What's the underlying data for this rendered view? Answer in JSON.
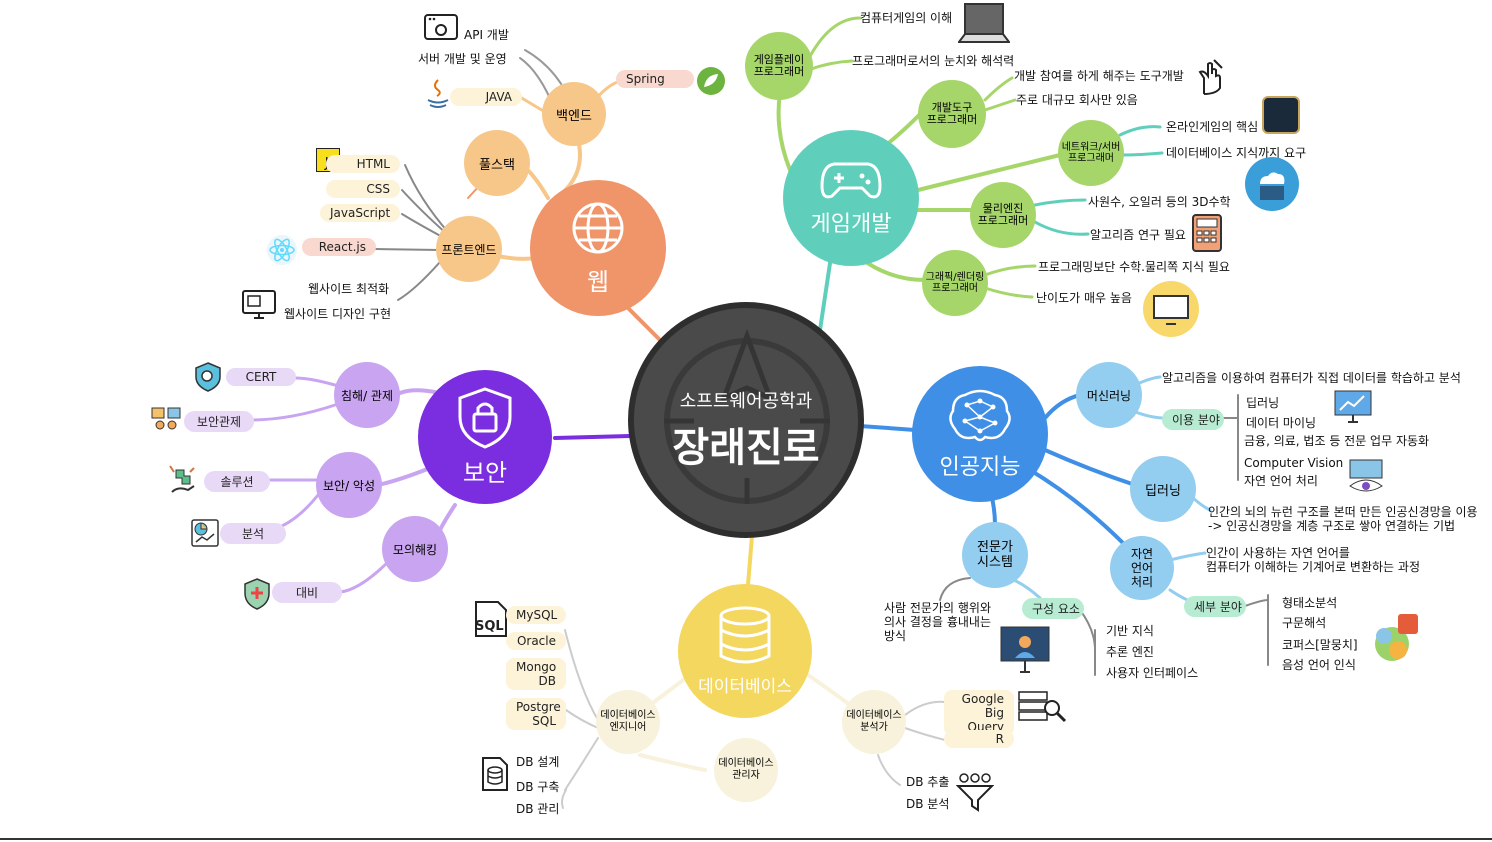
{
  "center": {
    "line1": "소프트웨어공학과",
    "line2": "장래진로"
  },
  "web": {
    "label": "웹",
    "backend": {
      "label": "백엔드",
      "items": [
        "API 개발",
        "서버 개발 및 운영",
        "JAVA",
        "Spring"
      ]
    },
    "fullstack": {
      "label": "풀스택"
    },
    "frontend": {
      "label": "프론트엔드",
      "items": [
        "HTML",
        "CSS",
        "JavaScript",
        "React.js",
        "웹사이트 최적화",
        "웹사이트 디자인 구현"
      ]
    }
  },
  "game": {
    "label": "게임개발",
    "player": {
      "label": "게임플레이\n프로그래머",
      "items": [
        "컴퓨터게임의 이해",
        "프로그래머로서의 눈치와 해석력"
      ]
    },
    "tool": {
      "label": "개발도구\n프로그래머",
      "items": [
        "개발 참여를 하게 해주는 도구개발",
        "주로 대규모 회사만 있음"
      ]
    },
    "network": {
      "label": "네트워크/서버\n프로그래머",
      "items": [
        "온라인게임의 핵심",
        "데이터베이스 지식까지 요구"
      ]
    },
    "physics": {
      "label": "물리엔진\n프로그래머",
      "items": [
        "사원수, 오일러 등의 3D수학",
        "알고리즘 연구 필요"
      ]
    },
    "graphics": {
      "label": "그래픽/렌더링\n프로그래머",
      "items": [
        "프로그래밍보단 수학.물리쪽 지식 필요",
        "난이도가 매우 높음"
      ]
    }
  },
  "security": {
    "label": "보안",
    "intrusion": {
      "label": "침해/ 관제",
      "items": [
        "CERT",
        "보안관제"
      ]
    },
    "malware": {
      "label": "보안/ 악성",
      "items": [
        "솔루션",
        "분석"
      ]
    },
    "pentest": {
      "label": "모의해킹",
      "items": [
        "대비"
      ]
    }
  },
  "ai": {
    "label": "인공지능",
    "ml": {
      "label": "머신러닝",
      "desc": "알고리즘을 이용하여 컴퓨터가 직접 데이터를 학습하고 분석",
      "usage": "이용 분야",
      "items": [
        "딥러닝",
        "데이터 마이닝",
        "금융, 의료, 법조 등 전문 업무 자동화",
        "Computer Vision",
        "자연 언어 처리"
      ]
    },
    "dl": {
      "label": "딥러닝",
      "desc1": "인간의 뇌의 뉴런 구조를 본떠 만든 인공신경망을 이용",
      "desc2": "-> 인공신경망을 계층 구조로 쌓아 연결하는 기법"
    },
    "nlp": {
      "label": "자연\n언어\n처리",
      "desc1": "인간이 사용하는 자연 언어를",
      "desc2": "컴퓨터가 이해하는 기계어로 변환하는 과정",
      "detail": "세부 분야",
      "items": [
        "형태소분석",
        "구문해석",
        "코퍼스[말뭉치]",
        "음성 언어 인식"
      ]
    },
    "expert": {
      "label": "전문가\n시스템",
      "desc": "사람 전문가의 행위와\n의사 결정을 흉내내는\n방식",
      "comp": "구성 요소",
      "items": [
        "기반 지식",
        "추론 엔진",
        "사용자 인터페이스"
      ]
    }
  },
  "db": {
    "label": "데이터베이스",
    "engineer": {
      "label": "데이터베이스\n엔지니어",
      "systems": [
        "MySQL",
        "Oracle",
        "Mongo\nDB",
        "Postgre\nSQL"
      ],
      "tasks": [
        "DB 설계",
        "DB 구축",
        "DB 관리"
      ]
    },
    "admin": {
      "label": "데이터베이스\n관리자"
    },
    "analyst": {
      "label": "데이터베이스\n분석가",
      "tools": [
        "Google\nBig Query",
        "R"
      ],
      "tasks": [
        "DB 추출",
        "DB 분석"
      ]
    }
  },
  "colors": {
    "center": "#4a4a4a",
    "web": "#f0956a",
    "web_sub": "#f7c78a",
    "game": "#5fcfbc",
    "game_sub": "#a6d66a",
    "security": "#7b2ee0",
    "security_sub": "#c9a4f0",
    "ai": "#3f8fe6",
    "ai_sub": "#93cdef",
    "ai_leaf": "#b7ecd3",
    "db": "#f3d75e",
    "db_sub": "#f8f2dc"
  }
}
